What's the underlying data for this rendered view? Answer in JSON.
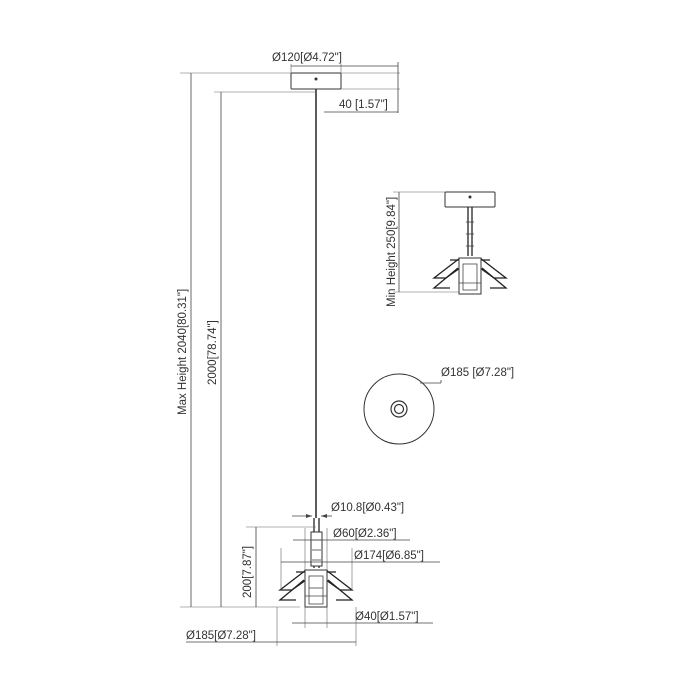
{
  "dimensions": {
    "canopy_diameter": "Ø120[Ø4.72\"]",
    "canopy_height": "40 [1.57\"]",
    "max_height": "Max Height 2040[80.31\"]",
    "cable_length": "2000[78.74\"]",
    "min_height": "Min Height 250[9.84\"]",
    "top_view_diameter": "Ø185 [Ø7.28\"]",
    "cable_diameter": "Ø10.8[Ø0.43\"]",
    "body_diameter": "Ø60[Ø2.36\"]",
    "wing_diameter": "Ø174[Ø6.85\"]",
    "fixture_height": "200[7.87\"]",
    "base_diameter": "Ø40[Ø1.57\"]",
    "overall_diameter": "Ø185[Ø7.28\"]"
  },
  "colors": {
    "line": "#444444",
    "text": "#333333",
    "background": "#ffffff"
  }
}
